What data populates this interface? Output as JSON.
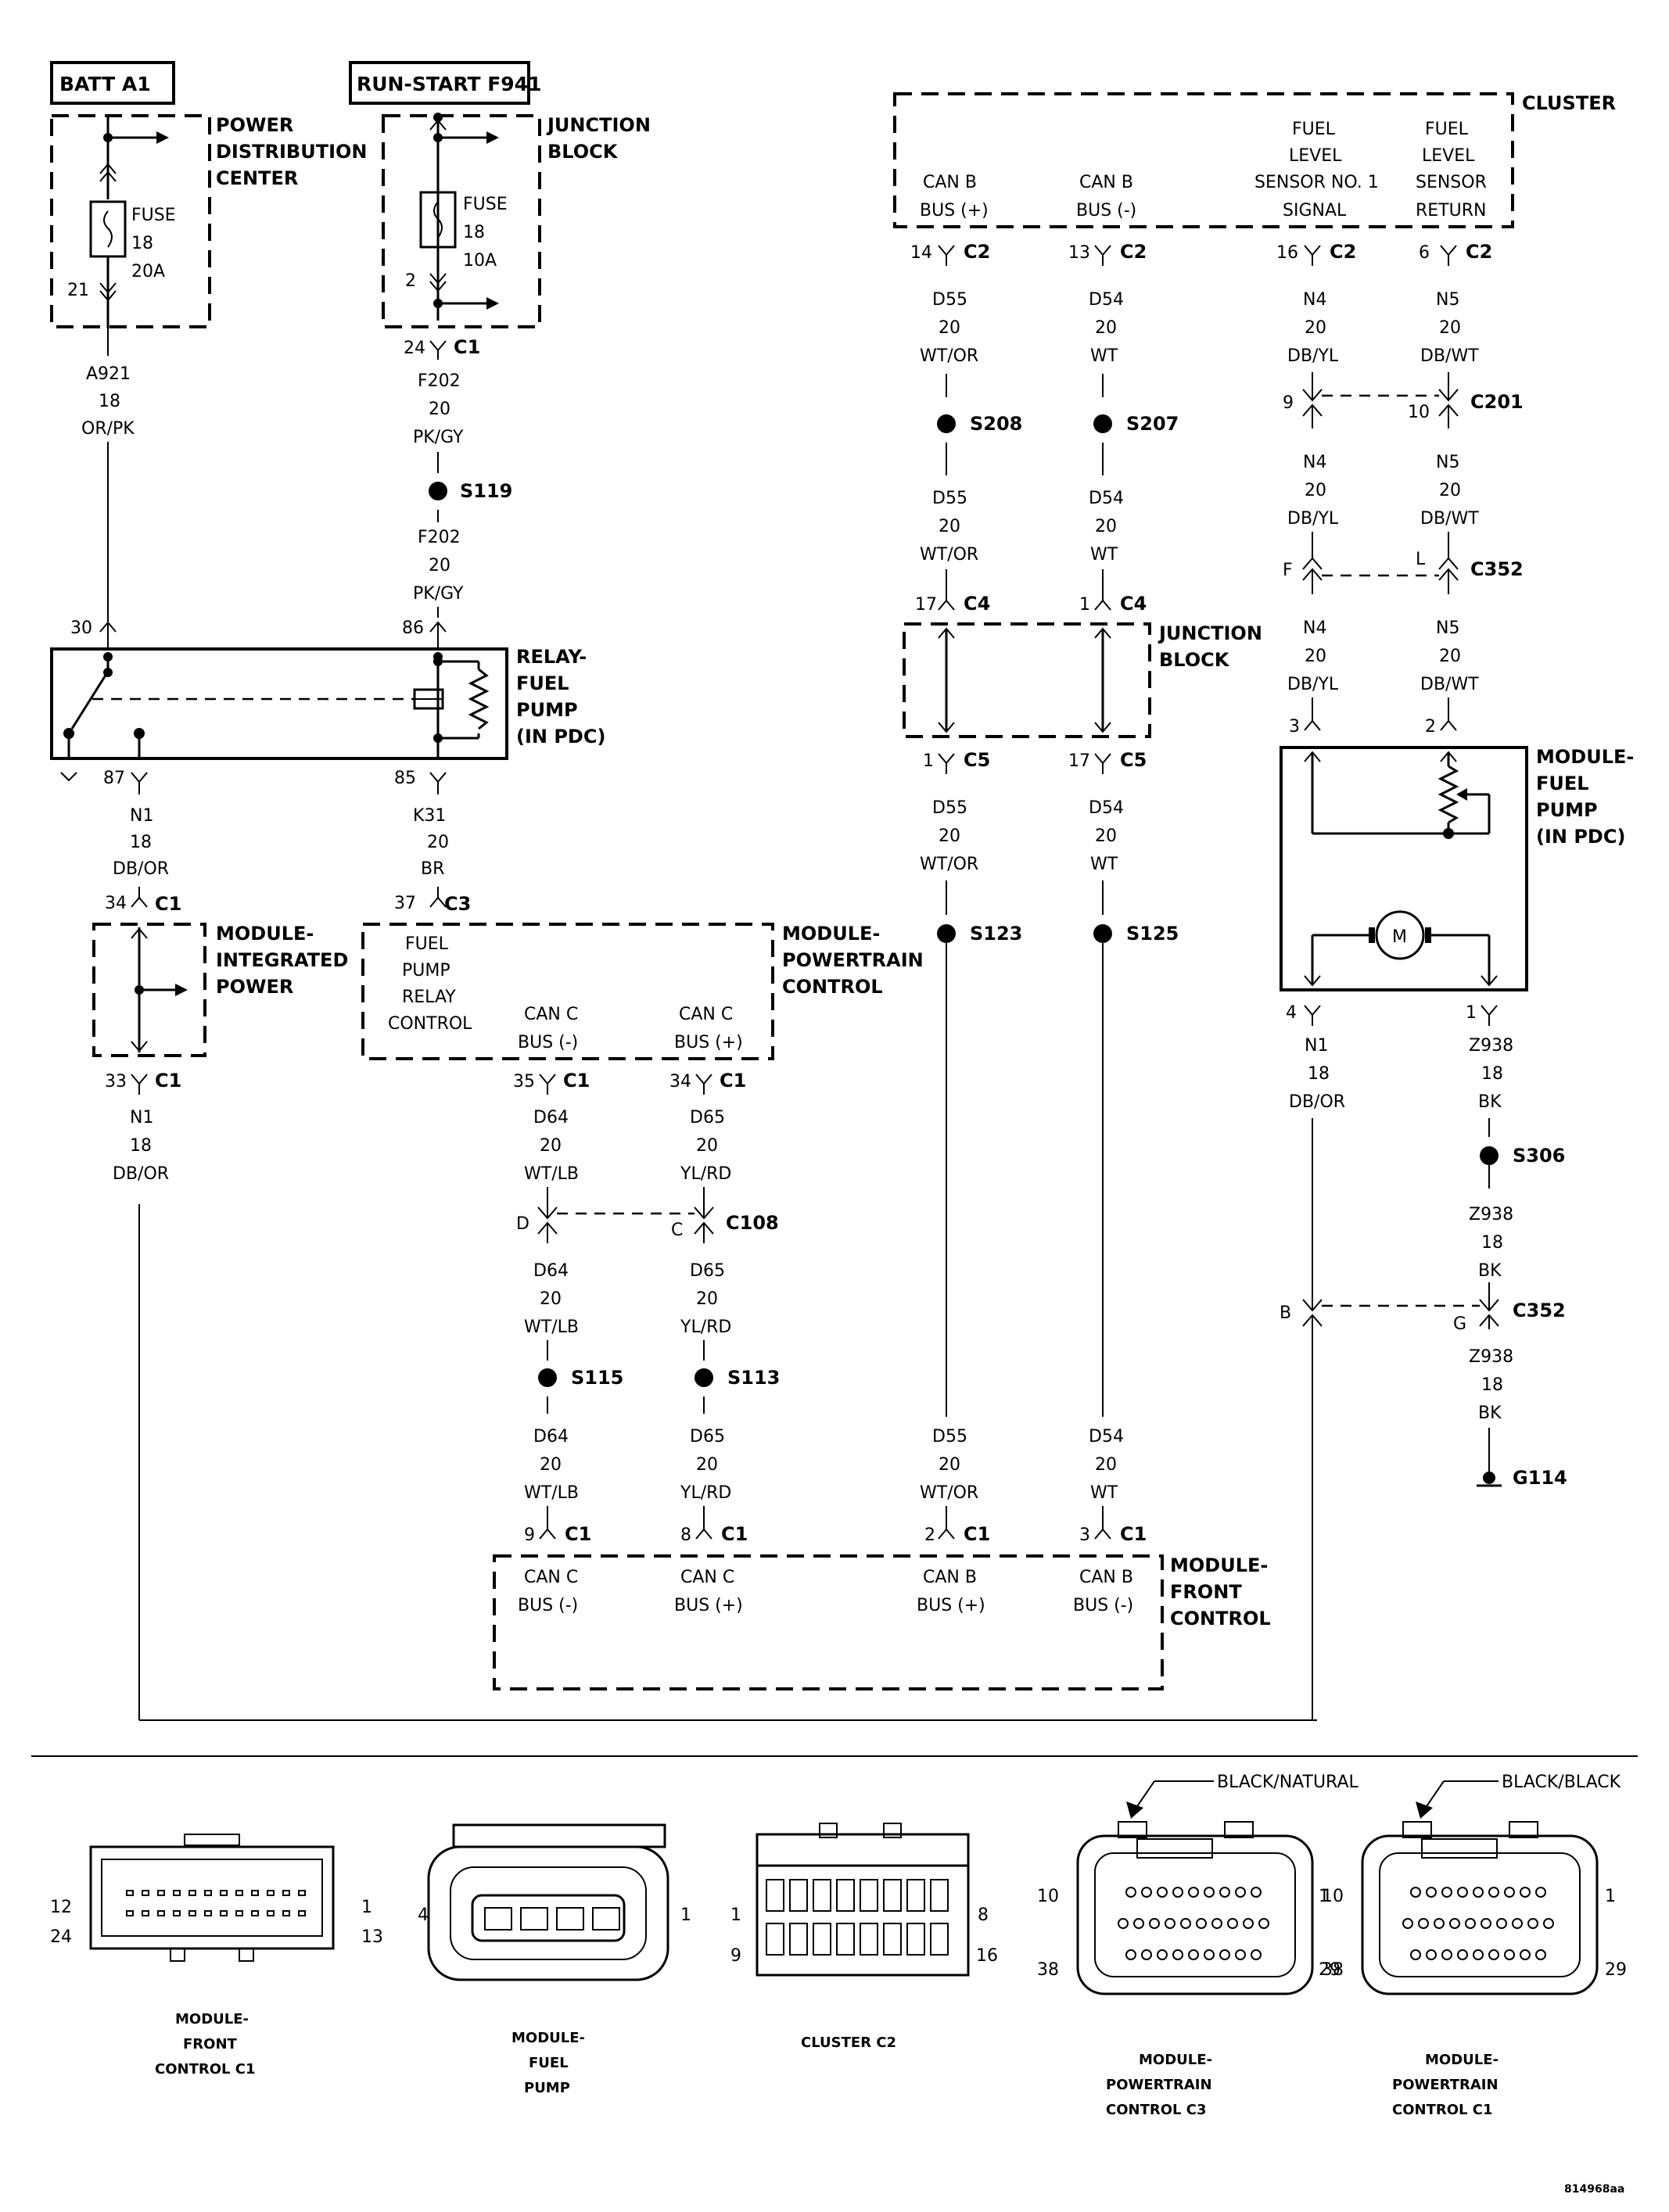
{
  "sources": {
    "batt": "BATT A1",
    "run_start": "RUN-START F941"
  },
  "pdc": {
    "label": [
      "POWER",
      "DISTRIBUTION",
      "CENTER"
    ],
    "fuse": [
      "FUSE",
      "18",
      "20A"
    ],
    "pin": "21"
  },
  "junction_block_top": {
    "label": [
      "JUNCTION",
      "BLOCK"
    ],
    "fuse": [
      "FUSE",
      "18",
      "10A"
    ],
    "pin": "2"
  },
  "cluster": {
    "label": "CLUSTER",
    "pins": [
      {
        "label": [
          "CAN B",
          "BUS (+)"
        ],
        "pin": "14",
        "conn": "C2"
      },
      {
        "label": [
          "CAN B",
          "BUS (-)"
        ],
        "pin": "13",
        "conn": "C2"
      },
      {
        "label": [
          "FUEL",
          "LEVEL",
          "SENSOR NO. 1",
          "SIGNAL"
        ],
        "pin": "16",
        "conn": "C2"
      },
      {
        "label": [
          "FUEL",
          "LEVEL",
          "SENSOR",
          "RETURN"
        ],
        "pin": "6",
        "conn": "C2"
      }
    ]
  },
  "wires": {
    "a921": [
      "A921",
      "18",
      "OR/PK"
    ],
    "f202": [
      "F202",
      "20",
      "PK/GY"
    ],
    "n1": [
      "N1",
      "18",
      "DB/OR"
    ],
    "k31": [
      "K31",
      "20",
      "BR"
    ],
    "d55": [
      "D55",
      "20",
      "WT/OR"
    ],
    "d54": [
      "D54",
      "20",
      "WT"
    ],
    "n4": [
      "N4",
      "20",
      "DB/YL"
    ],
    "n5": [
      "N5",
      "20",
      "DB/WT"
    ],
    "d64": [
      "D64",
      "20",
      "WT/LB"
    ],
    "d65": [
      "D65",
      "20",
      "YL/RD"
    ],
    "z938": [
      "Z938",
      "18",
      "BK"
    ]
  },
  "splices": {
    "s119": "S119",
    "s208": "S208",
    "s207": "S207",
    "s123": "S123",
    "s125": "S125",
    "s115": "S115",
    "s113": "S113",
    "s306": "S306"
  },
  "connectors": {
    "c1": "C1",
    "c3": "C3",
    "c4": "C4",
    "c5": "C5",
    "c108": "C108",
    "c201": "C201",
    "c352": "C352",
    "g114": "G114"
  },
  "pins": {
    "p24": "24",
    "p30": "30",
    "p86": "86",
    "p87": "87",
    "p85": "85",
    "p34": "34",
    "p37": "37",
    "p33": "33",
    "p35": "35",
    "p34b": "34",
    "p17": "17",
    "p1": "1",
    "p1b": "1",
    "p17b": "17",
    "p9": "9",
    "p10": "10",
    "pF": "F",
    "pL": "L",
    "p3": "3",
    "p2": "2",
    "p4": "4",
    "p1c": "1",
    "pD": "D",
    "pC": "C",
    "pB": "B",
    "pG": "G",
    "p9c": "9",
    "p8c": "8",
    "p2c": "2",
    "p3c": "3"
  },
  "relay": {
    "label": [
      "RELAY-",
      "FUEL",
      "PUMP",
      "(IN PDC)"
    ]
  },
  "mip": {
    "label": [
      "MODULE-",
      "INTEGRATED",
      "POWER"
    ]
  },
  "pcm": {
    "label": [
      "MODULE-",
      "POWERTRAIN",
      "CONTROL"
    ],
    "fuel_ctrl": [
      "FUEL",
      "PUMP",
      "RELAY",
      "CONTROL"
    ],
    "canc_minus": [
      "CAN C",
      "BUS (-)"
    ],
    "canc_plus": [
      "CAN C",
      "BUS (+)"
    ]
  },
  "jb_mid": {
    "label": [
      "JUNCTION",
      "BLOCK"
    ]
  },
  "fuel_pump_module": {
    "label": [
      "MODULE-",
      "FUEL",
      "PUMP",
      "(IN PDC)"
    ],
    "motor": "M"
  },
  "fcm": {
    "label": [
      "MODULE-",
      "FRONT",
      "CONTROL"
    ],
    "pins": [
      [
        "CAN C",
        "BUS (-)"
      ],
      [
        "CAN C",
        "BUS (+)"
      ],
      [
        "CAN B",
        "BUS (+)"
      ],
      [
        "CAN B",
        "BUS (-)"
      ]
    ]
  },
  "connector_views": {
    "fcm_c1": {
      "title": [
        "MODULE-",
        "FRONT",
        "CONTROL C1"
      ],
      "pins": [
        "12",
        "24",
        "1",
        "13"
      ]
    },
    "fuel_pump": {
      "title": [
        "MODULE-",
        "FUEL",
        "PUMP"
      ],
      "pins": [
        "4",
        "1"
      ]
    },
    "cluster_c2": {
      "title": "CLUSTER C2",
      "pins": [
        "1",
        "9",
        "8",
        "16"
      ]
    },
    "pcm_c3": {
      "title": [
        "MODULE-",
        "POWERTRAIN",
        "CONTROL C3"
      ],
      "pins": [
        "10",
        "38",
        "1",
        "29"
      ],
      "color": "BLACK/NATURAL"
    },
    "pcm_c1": {
      "title": [
        "MODULE-",
        "POWERTRAIN",
        "CONTROL C1"
      ],
      "pins": [
        "10",
        "38",
        "1",
        "29"
      ],
      "color": "BLACK/BLACK"
    }
  },
  "figure_id": "814968aa"
}
